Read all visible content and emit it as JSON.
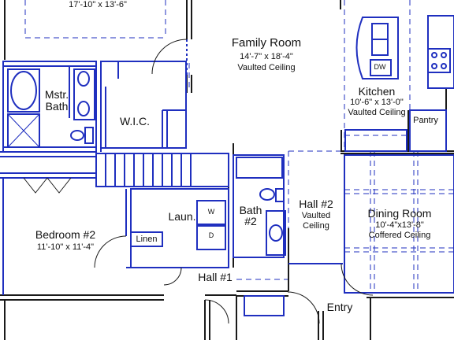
{
  "plan": {
    "colors": {
      "wall": "#1a1a1a",
      "blue": "#1f2fbf",
      "hatch": "#6a6ad0",
      "bg": "#ffffff"
    },
    "rooms": {
      "top_left_dims": "17'-10\" x 13'-6\"",
      "family_room": {
        "name": "Family Room",
        "dims": "14'-7\" x 18'-4\"",
        "ceiling": "Vaulted Ceiling"
      },
      "mstr_bath": {
        "line1": "Mstr.",
        "line2": "Bath"
      },
      "wic": {
        "name": "W.I.C."
      },
      "kitchen": {
        "name": "Kitchen",
        "dims": "10'-6\" x 13'-0\"",
        "ceiling": "Vaulted Ceiling"
      },
      "pantry": {
        "name": "Pantry"
      },
      "dw": {
        "name": "DW"
      },
      "laundry": {
        "name": "Laun."
      },
      "washer": {
        "name": "W"
      },
      "dryer": {
        "name": "D"
      },
      "bath2": {
        "line1": "Bath",
        "line2": "#2"
      },
      "hall2": {
        "name": "Hall #2",
        "ceiling1": "Vaulted",
        "ceiling2": "Ceiling"
      },
      "dining": {
        "name": "Dining Room",
        "dims": "10'-4\"x13'-8\"",
        "ceiling": "Coffered Ceiling"
      },
      "bedroom2": {
        "name": "Bedroom #2",
        "dims": "11'-10\" x 11'-4\""
      },
      "linen": {
        "name": "Linen"
      },
      "hall1": {
        "name": "Hall #1"
      },
      "entry": {
        "name": "Entry"
      }
    }
  }
}
